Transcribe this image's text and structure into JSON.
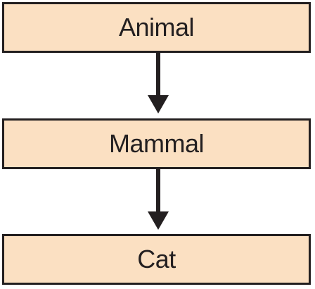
{
  "diagram": {
    "nodes": [
      {
        "id": "animal",
        "label": "Animal"
      },
      {
        "id": "mammal",
        "label": "Mammal"
      },
      {
        "id": "cat",
        "label": "Cat"
      }
    ],
    "edges": [
      {
        "from": "animal",
        "to": "mammal"
      },
      {
        "from": "mammal",
        "to": "cat"
      }
    ],
    "colors": {
      "box_fill": "#fbe0c2",
      "stroke": "#231f20"
    }
  }
}
